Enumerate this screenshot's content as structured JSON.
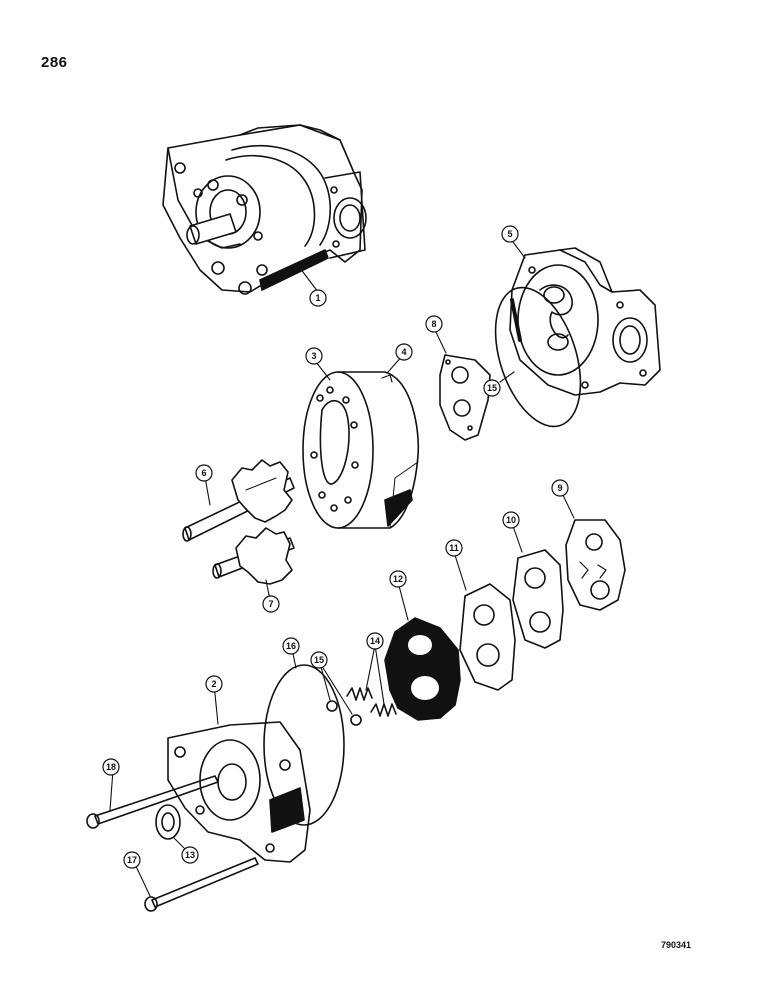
{
  "page": {
    "number": "286",
    "reference_code": "790341"
  },
  "callouts": {
    "c1": "1",
    "c2": "2",
    "c3": "3",
    "c4": "4",
    "c5": "5",
    "c6": "6",
    "c7": "7",
    "c8": "8",
    "c9": "9",
    "c10": "10",
    "c11": "11",
    "c12": "12",
    "c13": "13",
    "c14": "14",
    "c15a": "15",
    "c15b": "15",
    "c16": "16",
    "c17": "17",
    "c18": "18"
  },
  "colors": {
    "ink": "#111111",
    "paper": "#ffffff"
  }
}
